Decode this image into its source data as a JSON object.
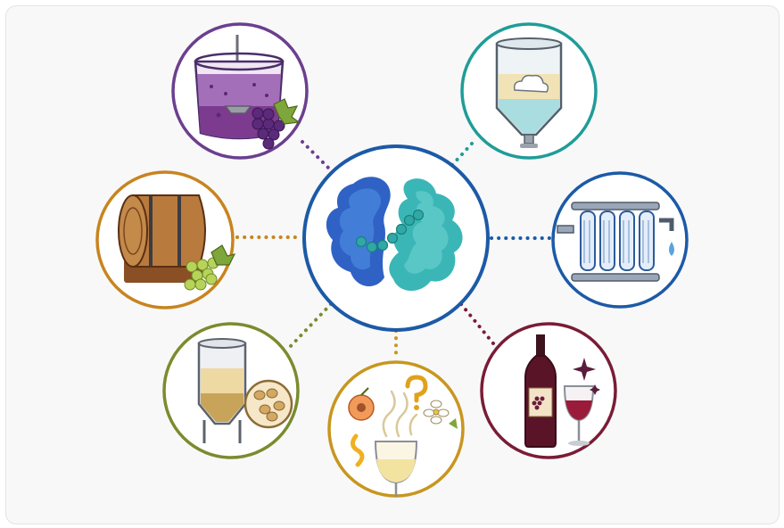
{
  "diagram": {
    "center": {
      "icon": "protein-enzyme-icon",
      "ring_color": "#1c5aa6"
    },
    "nodes": [
      {
        "id": "maceration",
        "icon": "grape-maceration-tank-icon",
        "ring_color": "#6b3f8f"
      },
      {
        "id": "clarification",
        "icon": "clarification-tank-icon",
        "ring_color": "#1f9c98"
      },
      {
        "id": "barrel-aging",
        "icon": "oak-barrel-icon",
        "ring_color": "#c8841f"
      },
      {
        "id": "filtration",
        "icon": "filtration-system-icon",
        "ring_color": "#1c5aa6"
      },
      {
        "id": "lees-fermentation",
        "icon": "lees-fermenter-icon",
        "ring_color": "#7a8c2d"
      },
      {
        "id": "aroma-release",
        "icon": "aroma-glass-icon",
        "ring_color": "#c8961f"
      },
      {
        "id": "red-wine-finishing",
        "icon": "red-wine-bottle-icon",
        "ring_color": "#7a1c36"
      }
    ]
  }
}
